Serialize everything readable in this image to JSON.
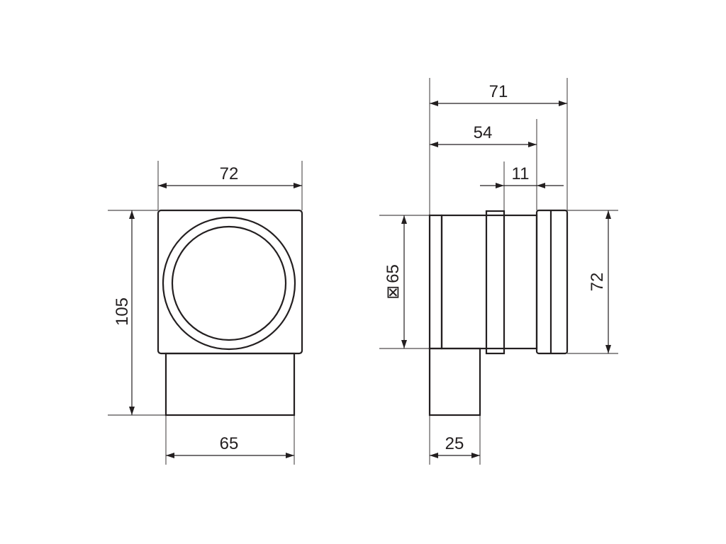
{
  "colors": {
    "line": "#231f20",
    "background": "#ffffff"
  },
  "front_view": {
    "dim_width_top": "72",
    "dim_height": "105",
    "dim_width_bottom": "65"
  },
  "side_view": {
    "dim_total_depth": "71",
    "dim_depth_54": "54",
    "dim_gap_11": "11",
    "dim_square_prefix": "⊠",
    "dim_square": "65",
    "dim_height_right": "72",
    "dim_stem": "25"
  }
}
